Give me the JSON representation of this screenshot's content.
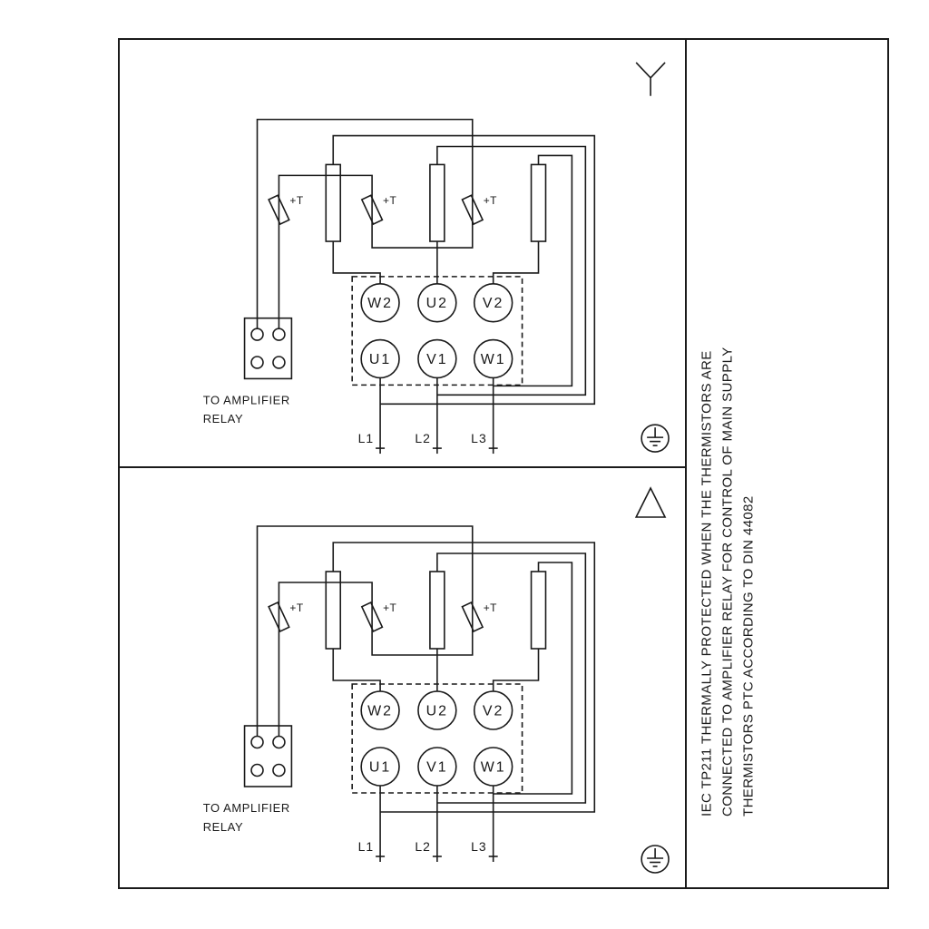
{
  "panels": [
    {
      "name": "star-connection",
      "connection_symbol": "star",
      "terminals_top": [
        "W2",
        "U2",
        "V2"
      ],
      "terminals_bottom": [
        "U1",
        "V1",
        "W1"
      ],
      "supply_lines": [
        "L1",
        "L2",
        "L3"
      ],
      "thermistor_label": "+T",
      "relay_note": [
        "TO AMPLIFIER",
        "RELAY"
      ]
    },
    {
      "name": "delta-connection",
      "connection_symbol": "delta",
      "terminals_top": [
        "W2",
        "U2",
        "V2"
      ],
      "terminals_bottom": [
        "U1",
        "V1",
        "W1"
      ],
      "supply_lines": [
        "L1",
        "L2",
        "L3"
      ],
      "thermistor_label": "+T",
      "relay_note": [
        "TO AMPLIFIER",
        "RELAY"
      ]
    }
  ],
  "side_note": {
    "lines": [
      "IEC TP211 THERMALLY PROTECTED WHEN THE THERMISTORS ARE",
      "CONNECTED TO AMPLIFIER RELAY FOR CONTROL OF MAIN SUPPLY",
      "THERMISTORS PTC ACCORDING TO DIN 44082"
    ]
  },
  "colors": {
    "line": "#1a1a1a",
    "background": "#ffffff"
  }
}
